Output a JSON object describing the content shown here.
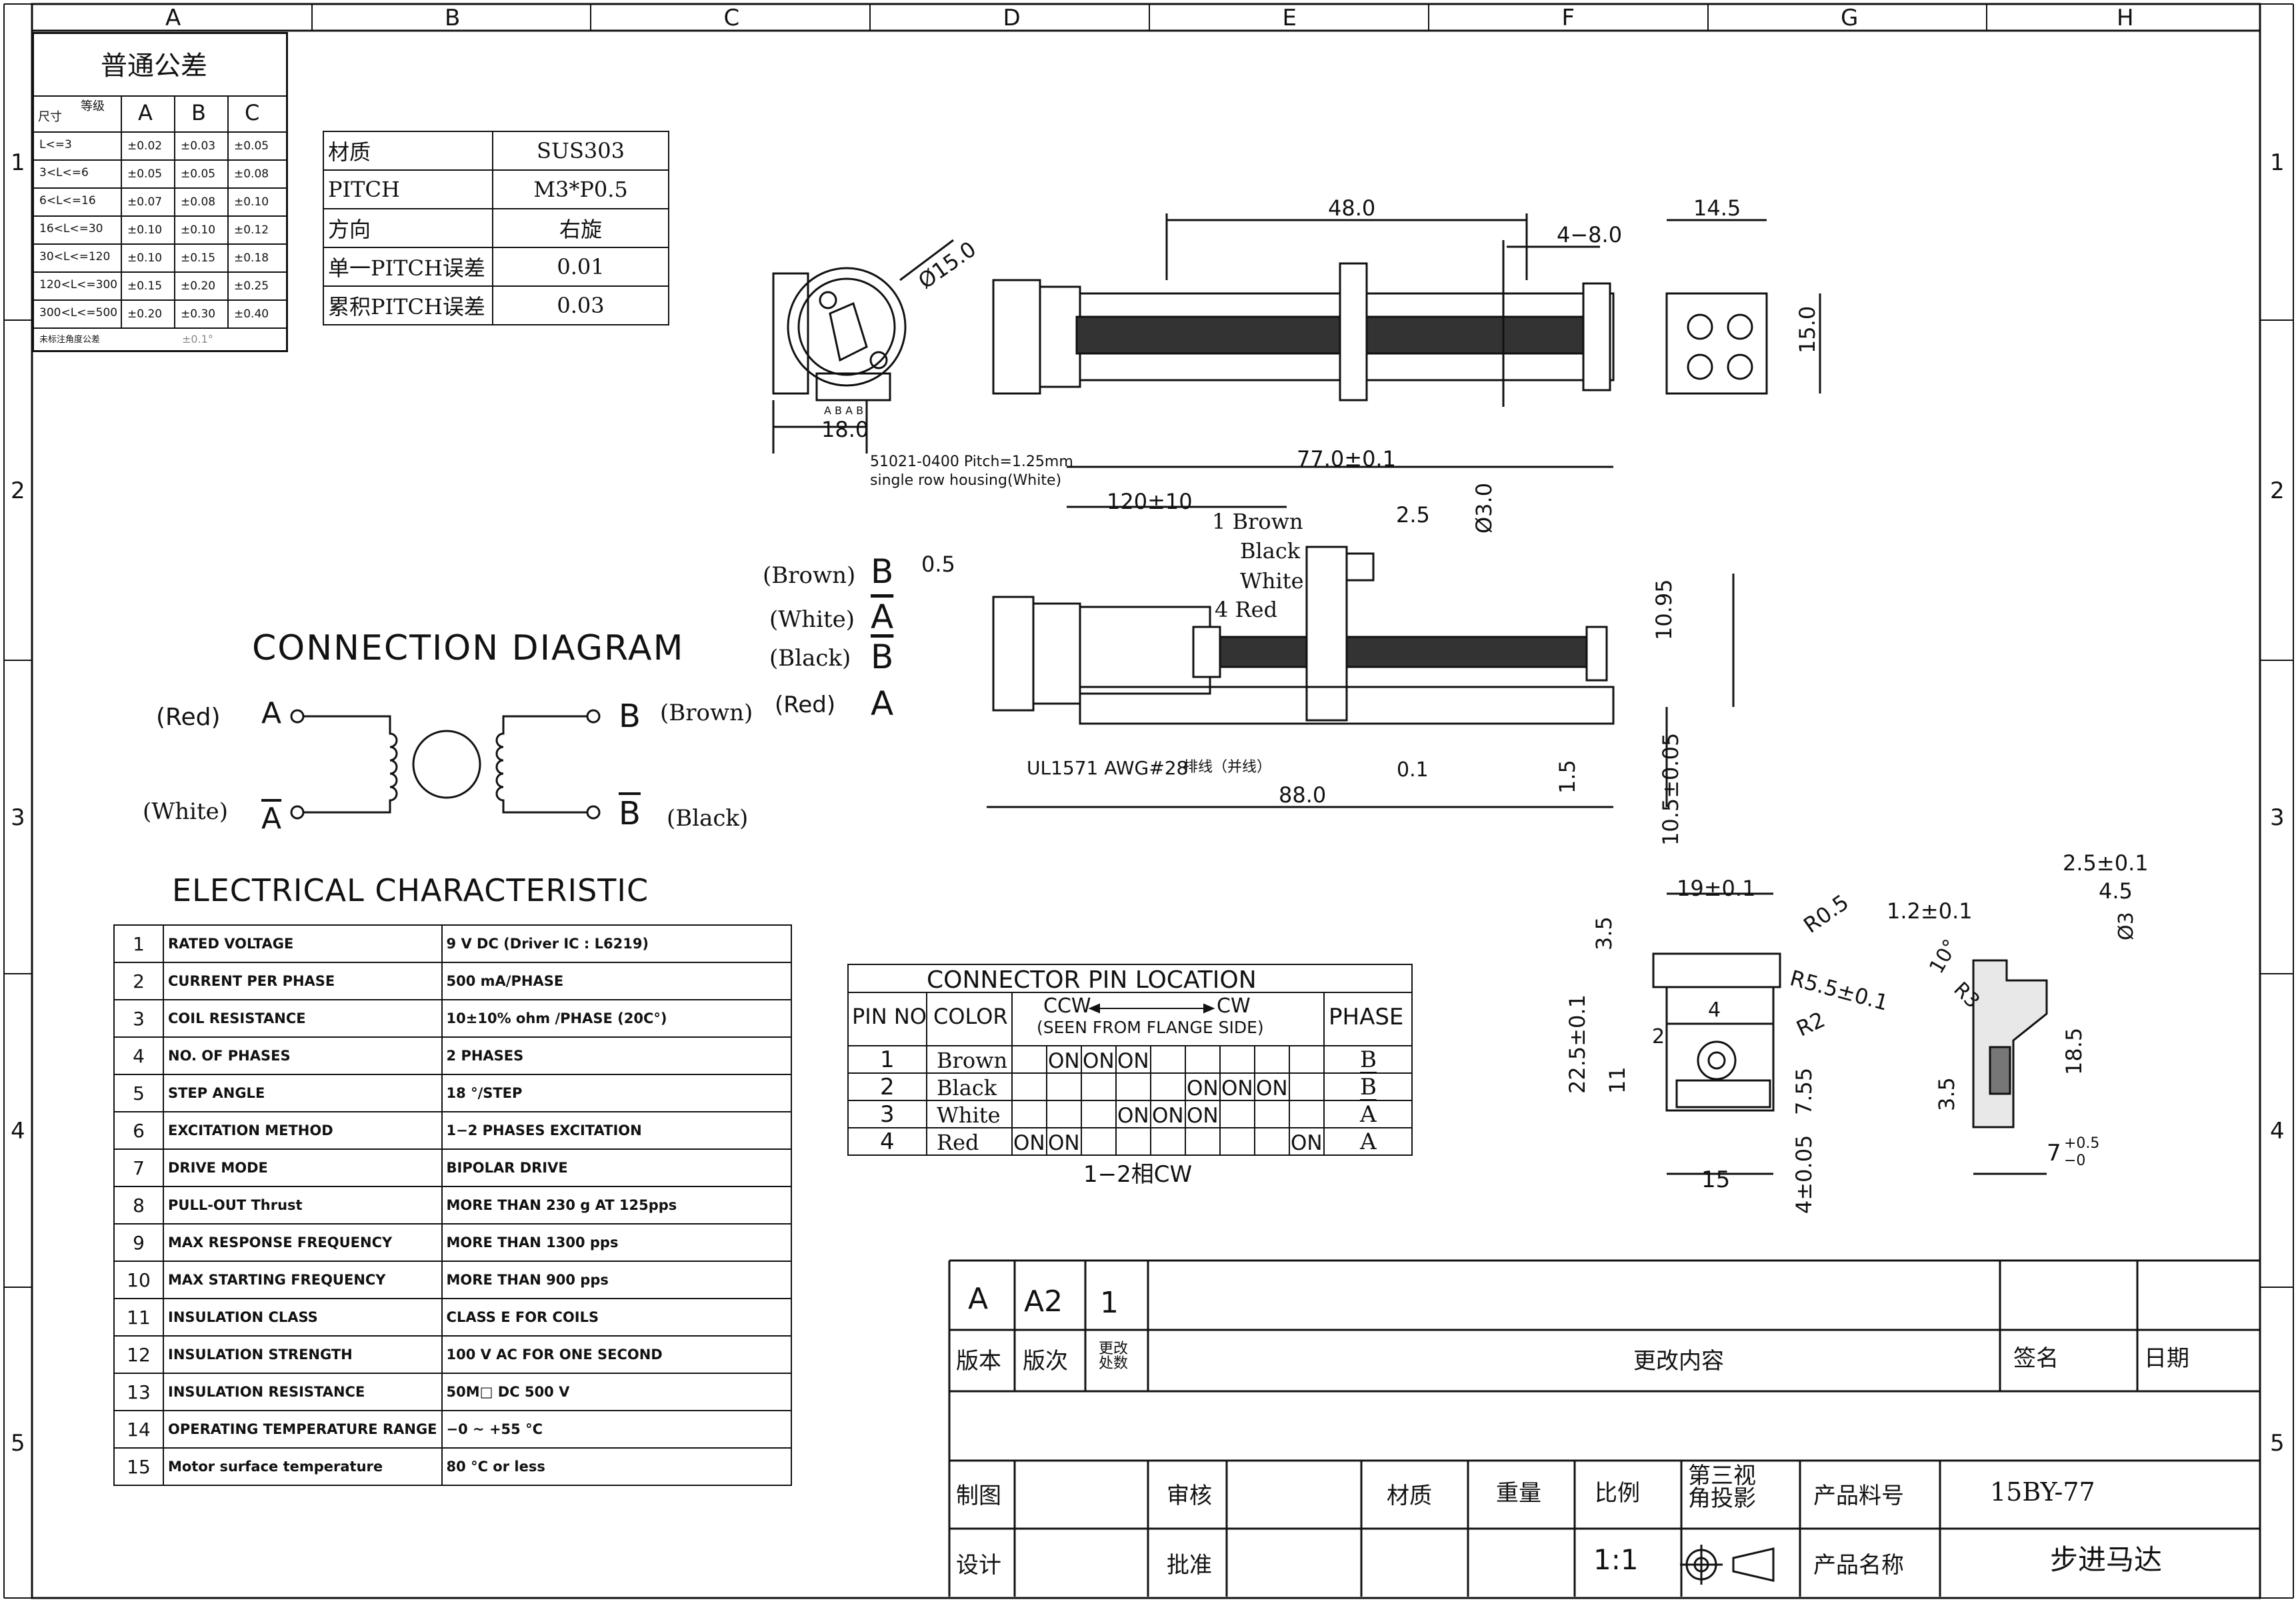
{
  "frame": {
    "columns": [
      "A",
      "B",
      "C",
      "D",
      "E",
      "F",
      "G",
      "H"
    ],
    "rows": [
      "1",
      "2",
      "3",
      "4",
      "5"
    ]
  },
  "general_tolerance": {
    "title": "普通公差",
    "corner_grade": "等级",
    "corner_size": "尺寸",
    "grades": [
      "A",
      "B",
      "C"
    ],
    "rows": [
      {
        "range": "L<=3",
        "a": "±0.02",
        "b": "±0.03",
        "c": "±0.05"
      },
      {
        "range": "3<L<=6",
        "a": "±0.05",
        "b": "±0.05",
        "c": "±0.08"
      },
      {
        "range": "6<L<=16",
        "a": "±0.07",
        "b": "±0.08",
        "c": "±0.10"
      },
      {
        "range": "16<L<=30",
        "a": "±0.10",
        "b": "±0.10",
        "c": "±0.12"
      },
      {
        "range": "30<L<=120",
        "a": "±0.10",
        "b": "±0.15",
        "c": "±0.18"
      },
      {
        "range": "120<L<=300",
        "a": "±0.15",
        "b": "±0.20",
        "c": "±0.25"
      },
      {
        "range": "300<L<=500",
        "a": "±0.20",
        "b": "±0.30",
        "c": "±0.40"
      }
    ],
    "angle_label": "未标注角度公差",
    "angle_value": "±0.1°"
  },
  "screw_spec": [
    {
      "label": "材质",
      "value": "SUS303"
    },
    {
      "label": "PITCH",
      "value": "M3*P0.5"
    },
    {
      "label": "方向",
      "value": "右旋"
    },
    {
      "label": "单一PITCH误差",
      "value": "0.01"
    },
    {
      "label": "累积PITCH误差",
      "value": "0.03"
    }
  ],
  "connection_diagram": {
    "title": "CONNECTION  DIAGRAM",
    "a": "A",
    "a_bar": "A",
    "b": "B",
    "b_bar": "B",
    "red": "(Red)",
    "white": "(White)",
    "brown": "(Brown)",
    "black": "(Black)"
  },
  "electrical": {
    "title": "ELECTRICAL  CHARACTERISTIC",
    "rows": [
      {
        "no": "1",
        "name": "RATED VOLTAGE",
        "value": "9     V DC    (Driver IC : L6219)"
      },
      {
        "no": "2",
        "name": "CURRENT PER PHASE",
        "value": "500     mA/PHASE"
      },
      {
        "no": "3",
        "name": "COIL RESISTANCE",
        "value": "10±10%  ohm /PHASE    (20C°)"
      },
      {
        "no": "4",
        "name": "NO. OF PHASES",
        "value": "2        PHASES"
      },
      {
        "no": "5",
        "name": "STEP ANGLE",
        "value": "18     °/STEP"
      },
      {
        "no": "6",
        "name": "EXCITATION METHOD",
        "value": "1−2   PHASES EXCITATION"
      },
      {
        "no": "7",
        "name": "DRIVE MODE",
        "value": "BIPOLAR DRIVE"
      },
      {
        "no": "8",
        "name": "PULL-OUT Thrust",
        "value": "MORE THAN 230    g   AT 125pps"
      },
      {
        "no": "9",
        "name": "MAX RESPONSE FREQUENCY",
        "value": "MORE THAN 1300    pps"
      },
      {
        "no": "10",
        "name": "MAX STARTING FREQUENCY",
        "value": "MORE THAN 900 pps"
      },
      {
        "no": "11",
        "name": "INSULATION CLASS",
        "value": "CLASS E FOR COILS"
      },
      {
        "no": "12",
        "name": "INSULATION STRENGTH",
        "value": "100 V AC FOR ONE SECOND"
      },
      {
        "no": "13",
        "name": "INSULATION RESISTANCE",
        "value": "50M□ DC 500 V"
      },
      {
        "no": "14",
        "name": "OPERATING TEMPERATURE RANGE",
        "value": "−0 ~ +55 °C"
      },
      {
        "no": "15",
        "name": "Motor surface temperature",
        "value": "80 °C or less"
      }
    ]
  },
  "connector_pin": {
    "title": "CONNECTOR  PIN  LOCATION",
    "col_pin": "PIN  NO",
    "col_color": "COLOR",
    "ccw": "CCW",
    "cw": "CW",
    "seen_from": "(SEEN  FROM  FLANGE  SIDE)",
    "col_phase": "PHASE",
    "rows": [
      {
        "pin": "1",
        "color": "Brown",
        "cells": [
          "",
          "ON",
          "ON",
          "ON",
          "",
          "",
          "",
          "",
          ""
        ],
        "phase": "B"
      },
      {
        "pin": "2",
        "color": "Black",
        "cells": [
          "",
          "",
          "",
          "",
          "",
          "ON",
          "ON",
          "ON",
          ""
        ],
        "phase": "B"
      },
      {
        "pin": "3",
        "color": "White",
        "cells": [
          "",
          "",
          "",
          "ON",
          "ON",
          "ON",
          "",
          "",
          ""
        ],
        "phase": "A"
      },
      {
        "pin": "4",
        "color": "Red",
        "cells": [
          "ON",
          "ON",
          "",
          "",
          "",
          "",
          "",
          "",
          "ON"
        ],
        "phase": "A"
      }
    ],
    "note": "1−2相CW"
  },
  "dimensions": {
    "top_48": "48.0",
    "top_4_8": "4−8.0",
    "top_14_5": "14.5",
    "top_15": "15.0",
    "dia_15": "Ø15.0",
    "w_18": "18.0",
    "abab": "A  B  A  B",
    "connector_note_1": "51021-0400 Pitch=1.25mm",
    "connector_note_2": "single row housing(White)",
    "d_77": "77.0±0.1",
    "d_120": "120±10",
    "d_2_5": "2.5",
    "d_dia3": "Ø3.0",
    "d_0_5": "0.5",
    "d_10_95": "10.95",
    "d_1_5": "1.5",
    "d_10_5": "10.5±0.05",
    "d_88": "88.0",
    "flatness": "0.1",
    "cable_note": "UL1571  AWG#28",
    "cable_note_cn": "排线（并线）",
    "pin_list": [
      "1  Brown",
      "Black",
      "White",
      "4  Red"
    ],
    "left_labels": [
      "(Brown)",
      "(White)",
      "(Black)",
      "(Red)"
    ],
    "left_letters": [
      "B",
      "A",
      "B",
      "A"
    ],
    "n_19": "19±0.1",
    "n_r05": "R0.5",
    "n_r55": "R5.5±0.1",
    "n_r2": "R2",
    "n_3_5a": "3.5",
    "n_22_5": "22.5±0.1",
    "n_11": "11",
    "n_4": "4",
    "n_h2": "2",
    "n_7_55": "7.55",
    "n_15": "15",
    "n_4_005": "4±0.05",
    "n_2_5": "2.5±0.1",
    "n_4_5": "4.5",
    "n_1_2": "1.2±0.1",
    "n_dia3": "Ø3",
    "n_10deg": "10°",
    "n_r3": "R3",
    "n_18_5": "18.5",
    "n_3_5b": "3.5",
    "n_7": "7",
    "n_tol_up": "+0.5",
    "n_tol_dn": "−0"
  },
  "title_block": {
    "rev_version": "A",
    "rev_count": "A2",
    "rev_place": "1",
    "h_version": "版本",
    "h_count": "版次",
    "h_place": "更改\n处数",
    "h_content": "更改内容",
    "h_sign": "签名",
    "h_date": "日期",
    "draw": "制图",
    "review": "审核",
    "material": "材质",
    "weight": "重量",
    "scale": "比例",
    "projection": "第三视\n角投影",
    "part_no_label": "产品料号",
    "part_no": "15BY-77",
    "design": "设计",
    "approve": "批准",
    "scale_value": "1:1",
    "product_name_label": "产品名称",
    "product_name": "步进马达"
  }
}
